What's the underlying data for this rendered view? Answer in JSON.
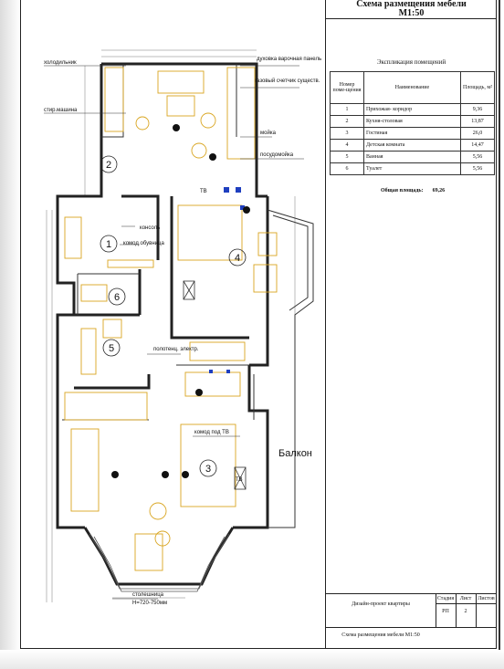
{
  "sheet": {
    "title": "Схема размещения мебели",
    "scale": "М1:50"
  },
  "explication": {
    "title": "Экспликация помещений",
    "headers": {
      "num": "Номер поме-щения",
      "name": "Наименование",
      "area": "Площадь, м²"
    },
    "rows": [
      {
        "num": "1",
        "name": "Прихожая- коридор",
        "area": "9,36"
      },
      {
        "num": "2",
        "name": "Кухня-столовая",
        "area": "13,87"
      },
      {
        "num": "3",
        "name": "Гостиная",
        "area": "26,0"
      },
      {
        "num": "4",
        "name": "Детская комната",
        "area": "14,47"
      },
      {
        "num": "5",
        "name": "Ванная",
        "area": "5,56"
      },
      {
        "num": "6",
        "name": "Туалет",
        "area": "5,56"
      }
    ],
    "total_label": "Общая площадь:",
    "total_value": "69,26"
  },
  "stamp": {
    "stage_label": "Стадия",
    "sheet_label": "Лист",
    "sheets_label": "Листов",
    "project": "Дизайн-проект квартиры",
    "stage": "РП",
    "sheet": "2",
    "caption": "Схема размещения мебели М1:50"
  },
  "plan": {
    "room_numbers": [
      "1",
      "2",
      "3",
      "4",
      "5",
      "6"
    ],
    "labels": {
      "fridge": "холодильник",
      "washer": "стир.машина",
      "oven": "духовка варочная панель",
      "gas_meter": "газовый счетчик существ.",
      "sink": "мойка",
      "dishwasher": "посудомойка",
      "console": "консоль",
      "shoe_cabinet": "комод обувница",
      "towel_rail": "полотенц. электр.",
      "tv_cabinet": "комод под ТВ",
      "balcony": "Балкон",
      "tabletop": "столешница",
      "tabletop_h": "Н=720-750мм",
      "tv1": "ТВ",
      "tv2": "ТВ"
    }
  },
  "colors": {
    "furniture": "#d9a520",
    "walls": "#222222",
    "fixtures": "#1f3fbf"
  }
}
